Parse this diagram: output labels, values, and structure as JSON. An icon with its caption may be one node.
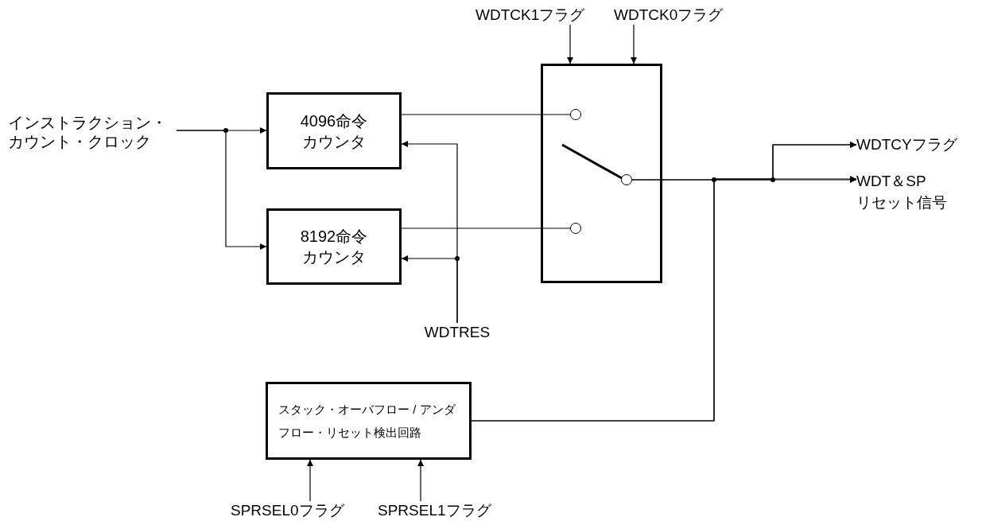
{
  "diagram": {
    "nodes": [
      {
        "text": [
          "インストラクション・カウント・クロック"
        ]
      },
      {
        "text": [
          "4096命令カウンタ"
        ]
      },
      {
        "text": [
          "8192命令カウンタ"
        ]
      },
      {
        "text": [],
        "shape": "box"
      },
      {
        "text": [],
        "shape": "circle",
        "in": 3
      },
      {
        "text": [],
        "shape": "circle",
        "in": 3
      },
      {
        "text": [],
        "shape": "circle",
        "in": 3
      },
      {
        "text": [
          "WDTCK1フラグ"
        ]
      },
      {
        "text": [
          "WDTCK0フラグ"
        ]
      },
      {
        "text": [
          "WDTRES"
        ]
      },
      {
        "text": [
          "WDTCYフラグ"
        ]
      },
      {
        "text": [
          "WDT＆SP リセット信号"
        ]
      },
      {
        "text": [
          "スタック・オーバフロー / アンダフロー・リセット検出回路"
        ]
      },
      {
        "text": [
          "SPRSEL0フラグ"
        ]
      },
      {
        "text": [
          "SPRSEL1フラグ"
        ]
      }
    ],
    "edges": [
      {
        "from": 0,
        "to": 1,
        "arrow": "to"
      },
      {
        "from": 0,
        "to": 2,
        "arrow": "to"
      },
      {
        "from": 1,
        "to": 4,
        "arrow": "none"
      },
      {
        "from": 2,
        "to": 6,
        "arrow": "none"
      },
      {
        "from": 9,
        "to": 1,
        "arrow": "to"
      },
      {
        "from": 9,
        "to": 2,
        "arrow": "to"
      },
      {
        "from": 7,
        "to": 3,
        "arrow": "to"
      },
      {
        "from": 8,
        "to": 3,
        "arrow": "to"
      },
      {
        "from": 5,
        "to": 10,
        "arrow": "to"
      },
      {
        "from": 5,
        "to": 11,
        "arrow": "to"
      },
      {
        "from": 12,
        "to": 10,
        "arrow": "to"
      },
      {
        "from": 12,
        "to": 11,
        "arrow": "to"
      },
      {
        "from": 13,
        "to": 12,
        "arrow": "to"
      },
      {
        "from": 14,
        "to": 12,
        "arrow": "to"
      }
    ]
  }
}
